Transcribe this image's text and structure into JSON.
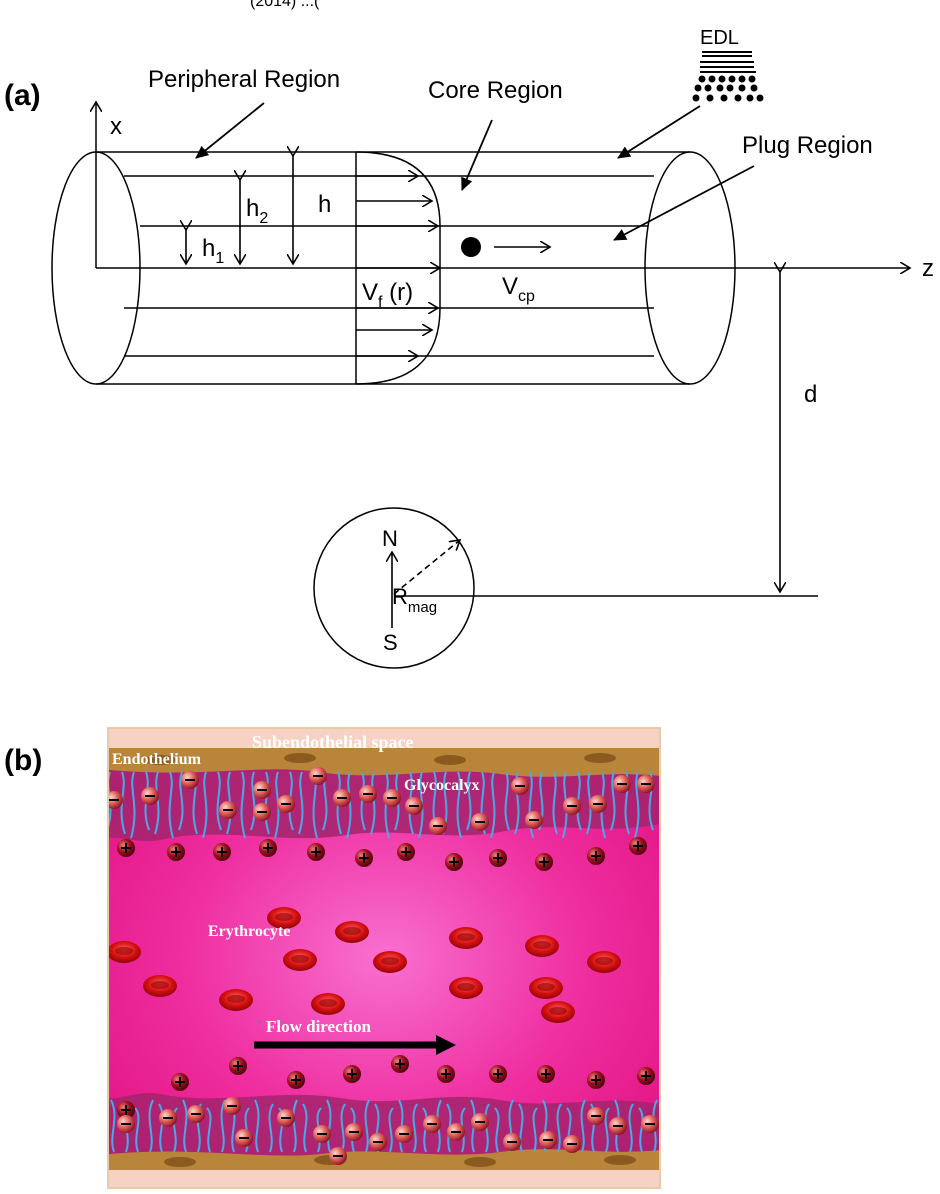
{
  "header_text": "(2014) ...(",
  "panel_a": {
    "panel_label": "(a)",
    "labels": {
      "peripheral": "Peripheral Region",
      "core": "Core Region",
      "plug": "Plug Region",
      "edl": "EDL",
      "x_axis": "x",
      "z_axis": "z",
      "h": "h",
      "h2": "h",
      "h2_sub": "2",
      "h1": "h",
      "h1_sub": "1",
      "vf_main": "V",
      "vf_sub": "f",
      "vf_arg": " (r)",
      "vcp_main": "V",
      "vcp_sub": "cp",
      "d": "d",
      "north": "N",
      "south": "S",
      "rmag_main": "R",
      "rmag_sub": "mag"
    }
  },
  "panel_b": {
    "panel_label": "(b)",
    "labels": {
      "subendothelial": "Subendothelial space",
      "endothelium": "Endothelium",
      "glycocalyx": "Glycocalyx",
      "erythrocyte": "Erythrocyte",
      "flow": "Flow direction"
    },
    "colors": {
      "lumen": "#f0188c",
      "lumen_center": "#f762c8",
      "glycocalyx_fibers": "#4aa8e8",
      "endothelium": "#b8853a",
      "subendothelial": "#f7d2c4",
      "erythrocyte": "#d40f0f",
      "negative_ion": "#c8233a",
      "positive_ion": "#8a0f1f"
    }
  }
}
